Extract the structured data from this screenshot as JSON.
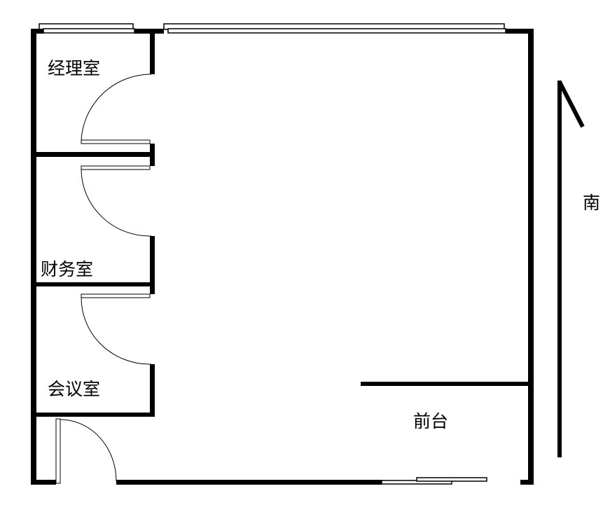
{
  "rooms": {
    "manager": "经理室",
    "finance": "财务室",
    "meeting": "会议室",
    "reception": "前台"
  },
  "compass": {
    "direction_label": "南",
    "icon": "north-arrow-icon"
  },
  "colors": {
    "wall": "#000000",
    "background": "#ffffff"
  }
}
